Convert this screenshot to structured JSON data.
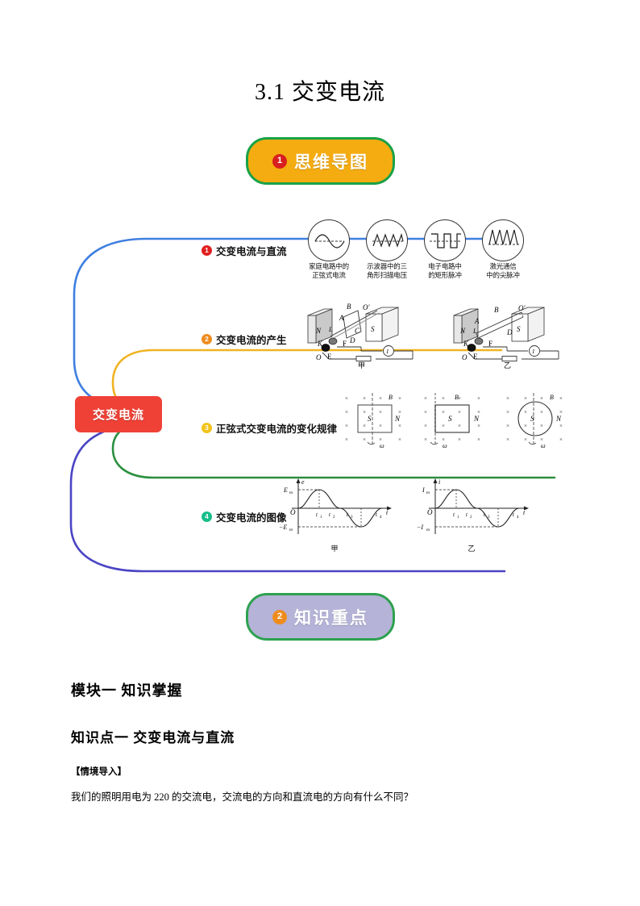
{
  "document": {
    "title": "3.1  交变电流"
  },
  "sections": [
    {
      "number": "1",
      "label": "思维导图",
      "badge_color": "#d81f1f",
      "fill": "#f5ac10",
      "border": "#19a147"
    },
    {
      "number": "2",
      "label": "知识重点",
      "badge_color": "#ef8c1e",
      "fill": "#b5b3d8",
      "border": "#2da14f"
    }
  ],
  "mindmap": {
    "root": {
      "label": "交变电流",
      "color": "#ef4136"
    },
    "branches": [
      {
        "number": "1",
        "label": "交变电流与直流",
        "badge_color": "#e02020",
        "connector_color": "#3f7fe0"
      },
      {
        "number": "2",
        "label": "交变电流的产生",
        "badge_color": "#ef8c1e",
        "connector_color": "#3f7fe0"
      },
      {
        "number": "3",
        "label": "正弦式交变电流的变化规律",
        "badge_color": "#f3c31a",
        "connector_color": "#f0b323"
      },
      {
        "number": "4",
        "label": "交变电流的图像",
        "badge_color": "#16bd8a",
        "connector_color": "#4a45c4"
      }
    ],
    "waveforms": [
      {
        "type": "sine",
        "caption_line1": "家庭电路中的",
        "caption_line2": "正弦式电流"
      },
      {
        "type": "triangle",
        "caption_line1": "示波器中的三",
        "caption_line2": "角形扫描电压"
      },
      {
        "type": "square",
        "caption_line1": "电子电路中",
        "caption_line2": "的矩形脉冲"
      },
      {
        "type": "spike",
        "caption_line1": "激光通信",
        "caption_line2": "中的尖脉冲"
      }
    ],
    "generators": [
      {
        "caption": "甲",
        "labels": [
          "N",
          "S",
          "A",
          "B",
          "C",
          "D",
          "O'",
          "K",
          "F",
          "E",
          "O",
          "L"
        ],
        "meter": "I"
      },
      {
        "caption": "乙",
        "labels": [
          "N",
          "S",
          "A",
          "B",
          "D",
          "O'",
          "K",
          "F",
          "E",
          "O",
          "L"
        ],
        "meter": "I"
      }
    ],
    "field_diagrams": [
      {
        "shape": "rect",
        "labels": [
          "B",
          "S",
          "N"
        ],
        "omega": "ω"
      },
      {
        "shape": "rect",
        "labels": [
          "B",
          "S",
          "N"
        ],
        "omega": "ω"
      },
      {
        "shape": "circle",
        "labels": [
          "B",
          "S",
          "N"
        ],
        "omega": "ω"
      }
    ],
    "graphs": [
      {
        "caption": "甲",
        "y_axis": "e",
        "x_axis": "t",
        "origin": "O",
        "peak_label": "Em",
        "trough_label": "−Em",
        "ticks": [
          "t1",
          "t2",
          "t3",
          "t4"
        ]
      },
      {
        "caption": "乙",
        "y_axis": "i",
        "x_axis": "t",
        "origin": "O",
        "peak_label": "Im",
        "trough_label": "−Im",
        "ticks": [
          "t1",
          "t2",
          "t3",
          "t4"
        ]
      }
    ]
  },
  "content": {
    "module_heading": "模块一  知识掌握",
    "point_heading": "知识点一   交变电流与直流",
    "lead_in_label": "【情境导入】",
    "lead_in_text": "我们的照明用电为 220 的交流电，交流电的方向和直流电的方向有什么不同？"
  }
}
